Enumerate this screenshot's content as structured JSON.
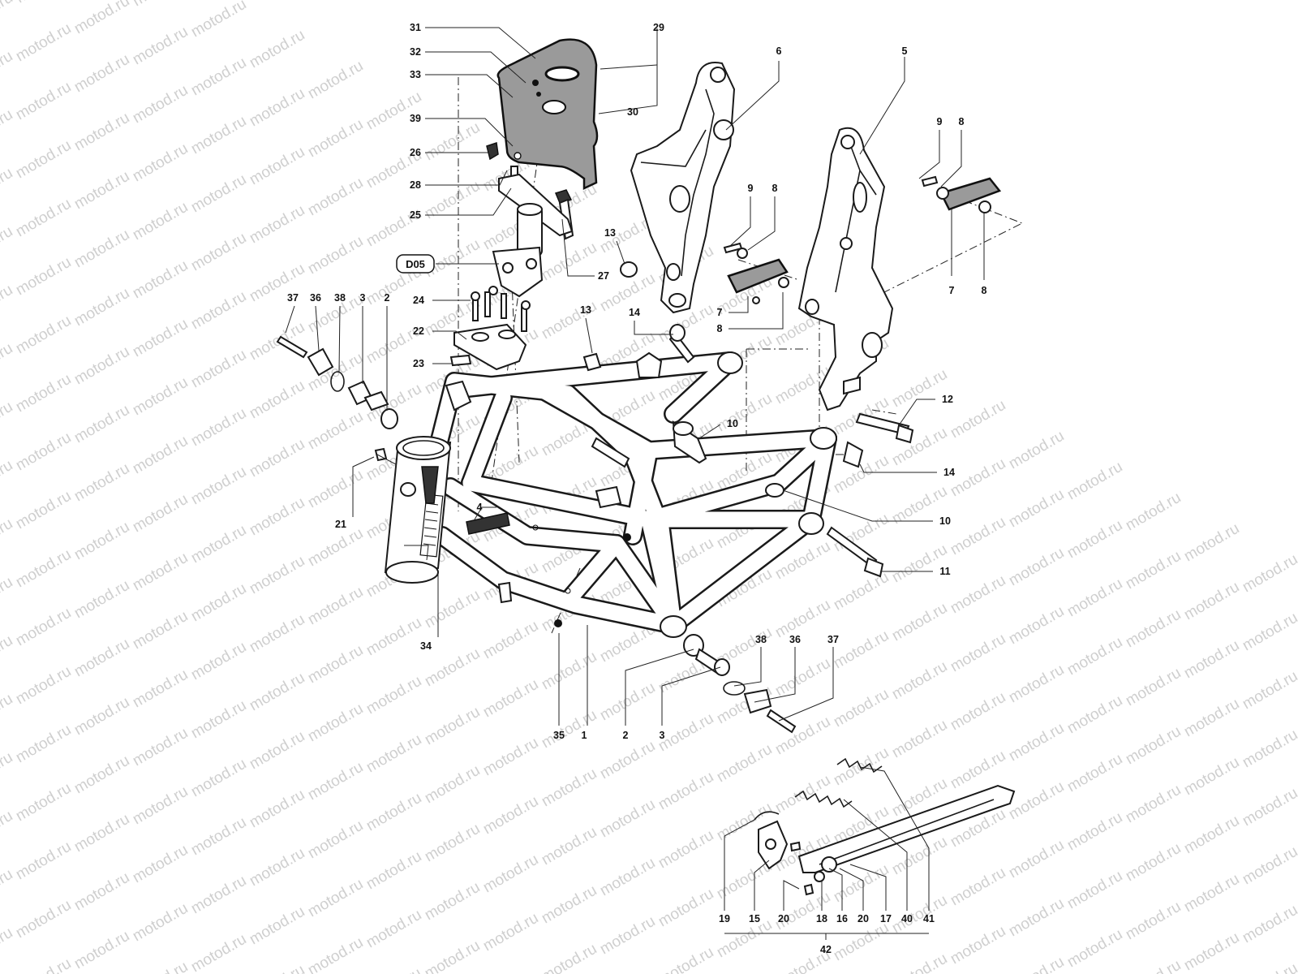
{
  "watermark": "motod.ru",
  "ref_box": "D05",
  "callouts": {
    "c1": "1",
    "c2": "2",
    "c3": "3",
    "c4": "4",
    "c5": "5",
    "c6": "6",
    "c7": "7",
    "c8": "8",
    "c9": "9",
    "c10": "10",
    "c11": "11",
    "c12": "12",
    "c13": "13",
    "c14": "14",
    "c15": "15",
    "c16": "16",
    "c17": "17",
    "c18": "18",
    "c19": "19",
    "c20": "20",
    "c21": "21",
    "c22": "22",
    "c23": "23",
    "c24": "24",
    "c25": "25",
    "c26": "26",
    "c27": "27",
    "c28": "28",
    "c29": "29",
    "c30": "30",
    "c31": "31",
    "c32": "32",
    "c33": "33",
    "c34": "34",
    "c35": "35",
    "c36": "36",
    "c37": "37",
    "c38": "38",
    "c39": "39",
    "c40": "40",
    "c41": "41",
    "c42": "42"
  }
}
